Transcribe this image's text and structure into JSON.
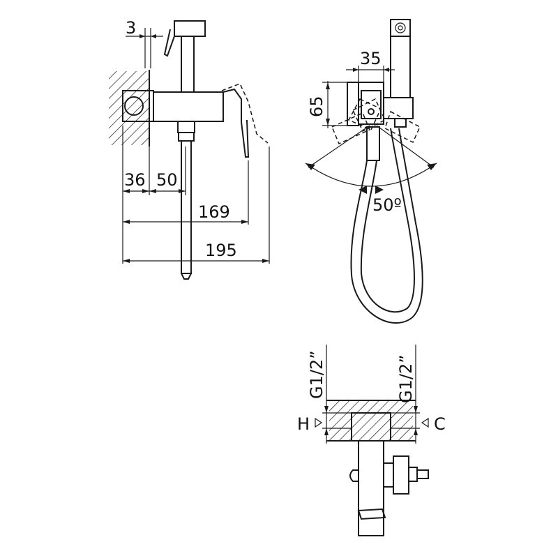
{
  "side_view": {
    "dim_wall_gap": "3",
    "dim_wall_to_valve": "36",
    "dim_valve_to_outlet": "50",
    "dim_to_lever": "169",
    "dim_overall": "195"
  },
  "front_view": {
    "dim_body_width": "35",
    "dim_body_height": "65",
    "dim_lever_angle": "50º"
  },
  "plan_view": {
    "thread_left": "G1/2”",
    "thread_right": "G1/2”",
    "marker_hot": "H",
    "marker_cold": "C"
  },
  "colors": {
    "line": "#1a1a1a",
    "background": "#ffffff"
  }
}
